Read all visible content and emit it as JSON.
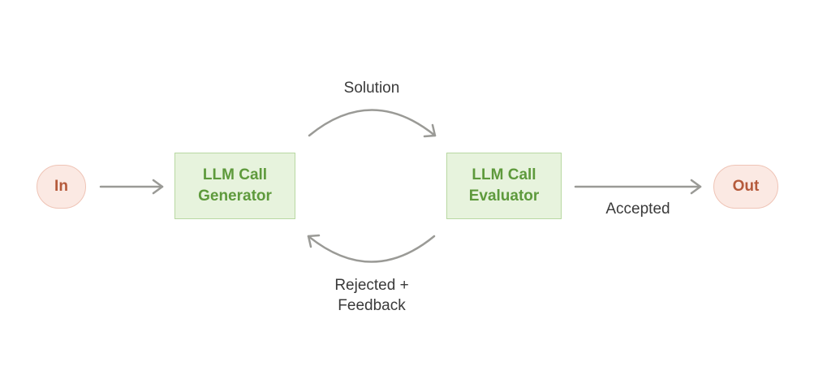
{
  "nodes": {
    "input": {
      "label": "In"
    },
    "generator": {
      "line1": "LLM Call",
      "line2": "Generator"
    },
    "evaluator": {
      "line1": "LLM Call",
      "line2": "Evaluator"
    },
    "output": {
      "label": "Out"
    }
  },
  "edges": {
    "solution": {
      "label": "Solution"
    },
    "accepted": {
      "label": "Accepted"
    },
    "rejected": {
      "line1": "Rejected +",
      "line2": "Feedback"
    }
  },
  "colors": {
    "terminal_fill": "#fbe9e3",
    "terminal_border": "#efc4b6",
    "terminal_text": "#b55a3b",
    "llm_fill": "#e7f3dd",
    "llm_border": "#b8d8a2",
    "llm_text": "#5e9a3c",
    "arrow": "#9a9a96",
    "label_text": "#3a3a3a"
  }
}
